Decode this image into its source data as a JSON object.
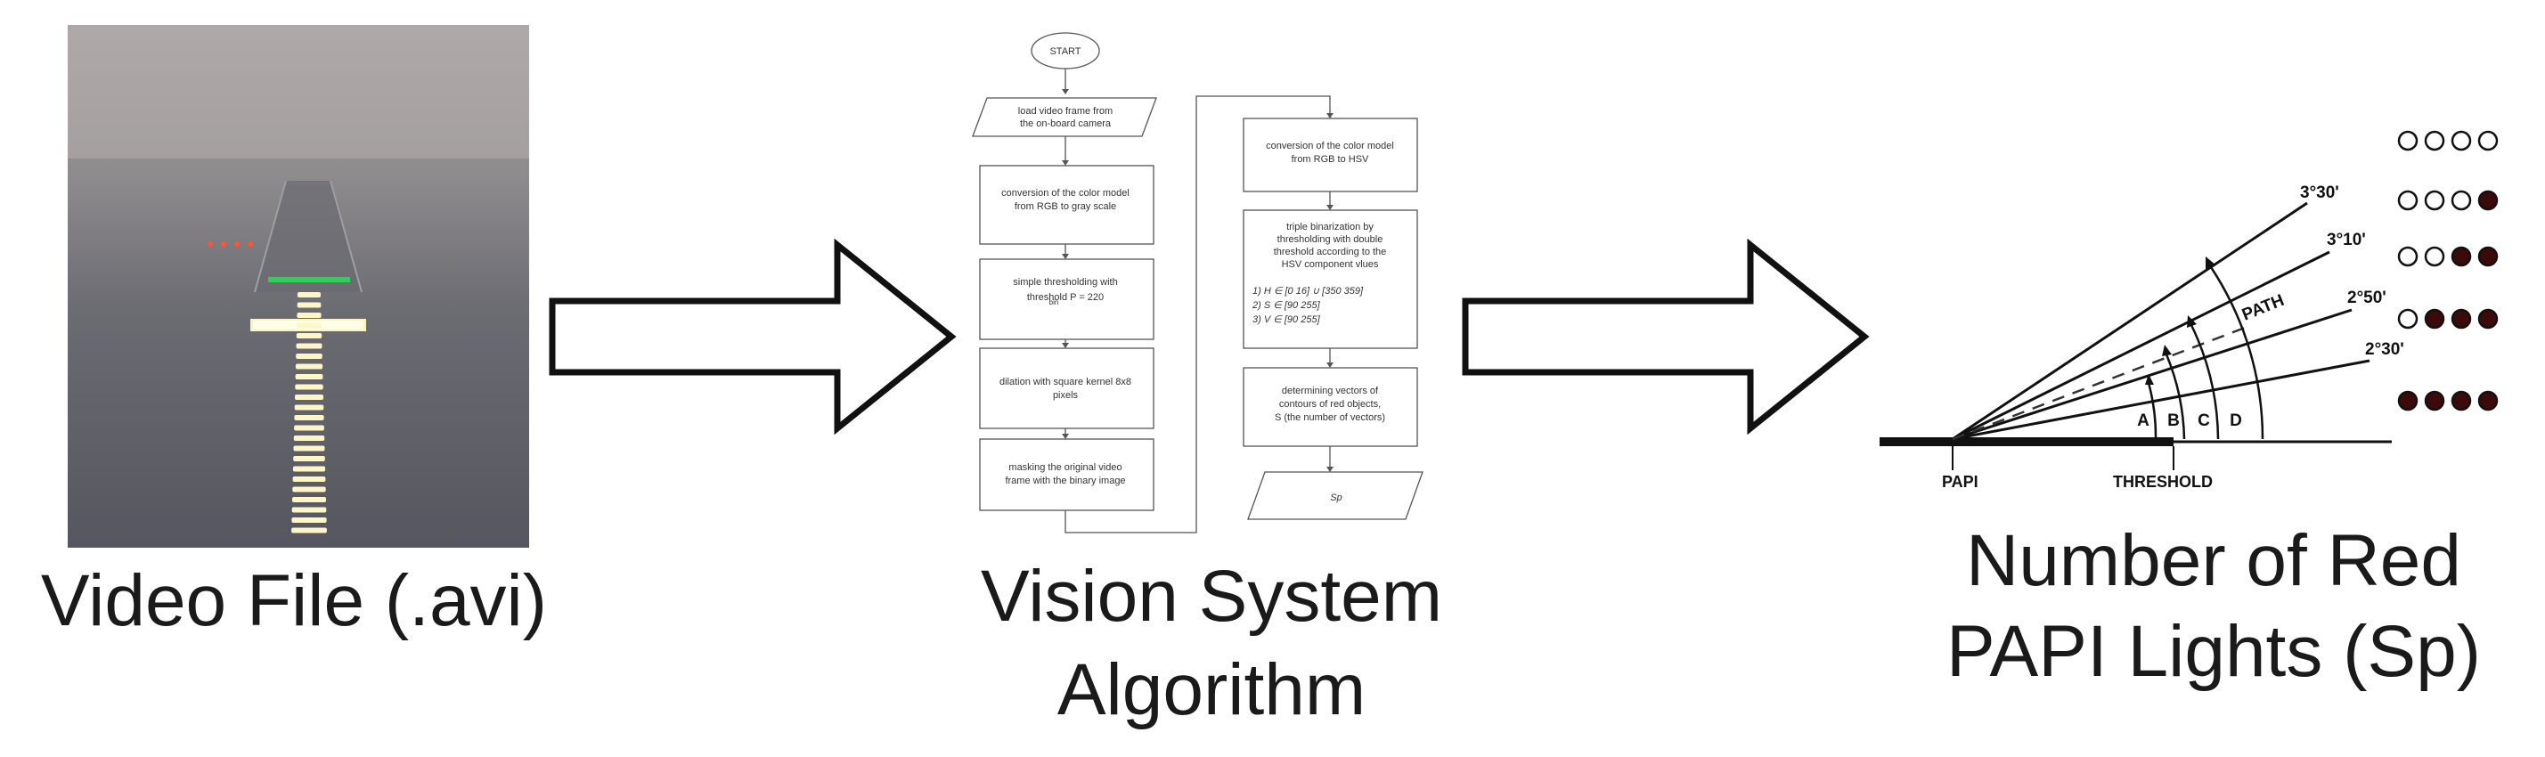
{
  "captions": {
    "left": "Video File (.avi)",
    "middle_line1": "Vision System",
    "middle_line2": "Algorithm",
    "right_line1": "Number of Red",
    "right_line2": "PAPI Lights (Sp)"
  },
  "flowchart": {
    "start": "START",
    "left_column": [
      [
        "load video frame from",
        "the on-board camera"
      ],
      [
        "conversion of the color model",
        "from RGB to gray scale"
      ],
      [
        "simple thresholding with",
        "threshold P  = 220",
        "bin"
      ],
      [
        "dilation with square kernel 8x8",
        "pixels"
      ],
      [
        "masking the original video",
        "frame with the binary image"
      ]
    ],
    "right_column": [
      [
        "conversion of the color model",
        "from RGB to HSV"
      ],
      [
        "triple binarization by",
        "thresholding with double",
        "threshold according to the",
        "HSV component vlues"
      ],
      [
        "1)   H ∈ [0 16] ∪ [350 359]",
        "2)   S ∈ [90 255]",
        "3)   V ∈ [90 255]"
      ],
      [
        "determining vectors of",
        "contours of red objects,",
        "S  (the number of vectors)"
      ],
      [
        "Sp"
      ]
    ]
  },
  "papi": {
    "angles": [
      "3°30'",
      "3°10'",
      "2°50'",
      "2°30'"
    ],
    "path_label": "PATH",
    "sector_labels": [
      "A",
      "B",
      "C",
      "D"
    ],
    "ground_labels": [
      "PAPI",
      "THRESHOLD"
    ],
    "light_rows": [
      [
        "white",
        "white",
        "white",
        "white"
      ],
      [
        "white",
        "white",
        "white",
        "red"
      ],
      [
        "white",
        "white",
        "red",
        "red"
      ],
      [
        "white",
        "red",
        "red",
        "red"
      ],
      [
        "red",
        "red",
        "red",
        "red"
      ]
    ]
  },
  "colors": {
    "red_light": "#3d0a0a",
    "white_light": "#ffffff",
    "arrow_stroke": "#111111"
  }
}
